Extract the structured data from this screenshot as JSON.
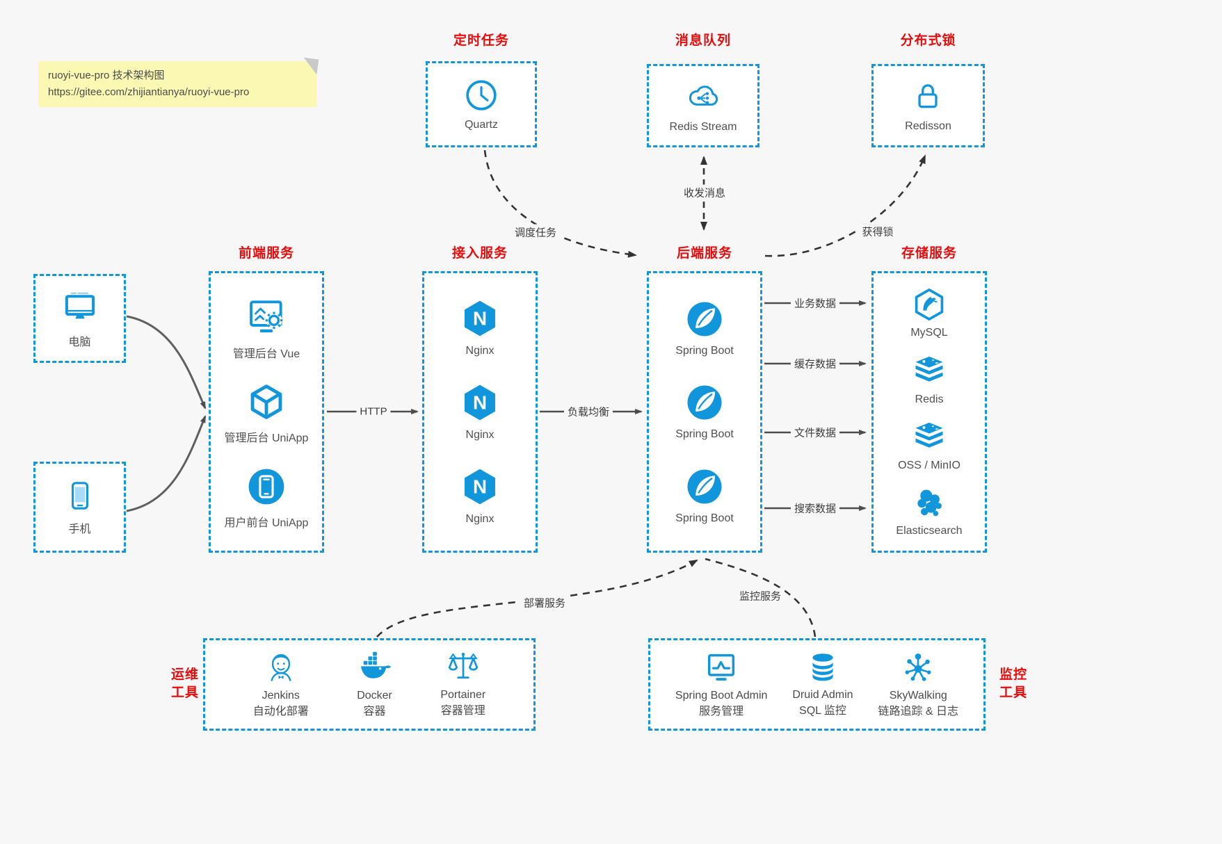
{
  "note": {
    "line1": "ruoyi-vue-pro 技术架构图",
    "line2": "https://gitee.com/zhijiantianya/ruoyi-vue-pro"
  },
  "colors": {
    "accent_blue": "#1296db",
    "title_red": "#e60c0c",
    "note_bg": "#fbf8b4",
    "arrow_dark": "#4d4d4d",
    "arrow_dash": "#333333",
    "page_bg": "#f7f7f7"
  },
  "top_services": [
    {
      "title": "定时任务",
      "name": "Quartz",
      "icon": "clock-icon"
    },
    {
      "title": "消息队列",
      "name": "Redis Stream",
      "icon": "cloud-stream-icon"
    },
    {
      "title": "分布式锁",
      "name": "Redisson",
      "icon": "lock-icon"
    }
  ],
  "clients": [
    {
      "name": "电脑",
      "icon": "desktop-icon"
    },
    {
      "name": "手机",
      "icon": "mobile-icon"
    }
  ],
  "service_columns": [
    {
      "title": "前端服务",
      "items": [
        {
          "name": "管理后台 Vue",
          "icon": "admin-vue-icon"
        },
        {
          "name": "管理后台 UniApp",
          "icon": "uniapp-cube-icon"
        },
        {
          "name": "用户前台 UniApp",
          "icon": "user-app-icon"
        }
      ]
    },
    {
      "title": "接入服务",
      "items": [
        {
          "name": "Nginx",
          "icon": "nginx-icon"
        },
        {
          "name": "Nginx",
          "icon": "nginx-icon"
        },
        {
          "name": "Nginx",
          "icon": "nginx-icon"
        }
      ]
    },
    {
      "title": "后端服务",
      "items": [
        {
          "name": "Spring Boot",
          "icon": "spring-leaf-icon"
        },
        {
          "name": "Spring Boot",
          "icon": "spring-leaf-icon"
        },
        {
          "name": "Spring Boot",
          "icon": "spring-leaf-icon"
        }
      ]
    },
    {
      "title": "存储服务",
      "items": [
        {
          "name": "MySQL",
          "icon": "mysql-icon"
        },
        {
          "name": "Redis",
          "icon": "redis-icon"
        },
        {
          "name": "OSS / MinIO",
          "icon": "oss-icon"
        },
        {
          "name": "Elasticsearch",
          "icon": "elasticsearch-icon"
        }
      ]
    }
  ],
  "tool_groups": [
    {
      "side_title": "运维\n工具",
      "items": [
        {
          "name": "Jenkins",
          "desc": "自动化部署",
          "icon": "jenkins-icon"
        },
        {
          "name": "Docker",
          "desc": "容器",
          "icon": "docker-icon"
        },
        {
          "name": "Portainer",
          "desc": "容器管理",
          "icon": "portainer-icon"
        }
      ]
    },
    {
      "side_title": "监控\n工具",
      "items": [
        {
          "name": "Spring Boot Admin",
          "desc": "服务管理",
          "icon": "monitor-pulse-icon"
        },
        {
          "name": "Druid Admin",
          "desc": "SQL 监控",
          "icon": "database-icon"
        },
        {
          "name": "SkyWalking",
          "desc": "链路追踪 & 日志",
          "icon": "topology-icon"
        }
      ]
    }
  ],
  "edge_labels": {
    "http": "HTTP",
    "load_balance": "负载均衡",
    "schedule": "调度任务",
    "message": "收发消息",
    "lock": "获得锁",
    "deploy": "部署服务",
    "monitor": "监控服务",
    "business": "业务数据",
    "cache": "缓存数据",
    "file": "文件数据",
    "search": "搜索数据"
  }
}
